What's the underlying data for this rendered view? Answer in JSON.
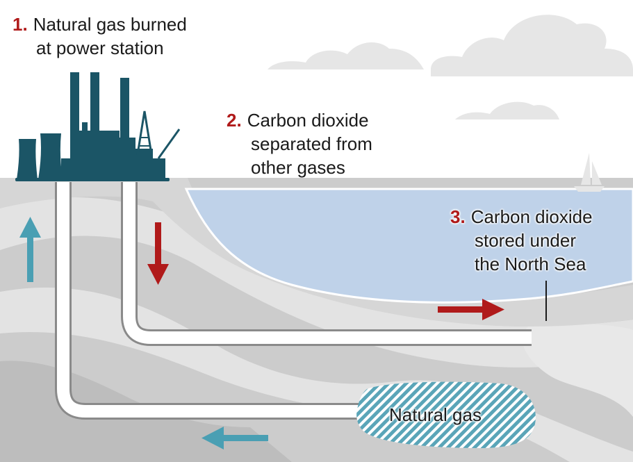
{
  "steps": [
    {
      "number": "1.",
      "lines": [
        "Natural gas burned",
        "at power station"
      ]
    },
    {
      "number": "2.",
      "lines": [
        "Carbon dioxide",
        "separated from",
        "other gases"
      ]
    },
    {
      "number": "3.",
      "lines": [
        "Carbon dioxide",
        "stored under",
        "the North Sea"
      ]
    }
  ],
  "reservoir_label": "Natural gas",
  "colors": {
    "step_number": "#b01a1a",
    "co2_arrow": "#b01a1a",
    "gas_arrow": "#4a9fb3",
    "power_station": "#1b5566",
    "sea": "#bfd2e9",
    "ground": "#cccccc"
  },
  "icons": [
    "power-station-icon",
    "sailboat-icon",
    "cloud-icon",
    "arrow-down-icon",
    "arrow-right-icon",
    "arrow-left-icon",
    "arrow-up-icon"
  ]
}
